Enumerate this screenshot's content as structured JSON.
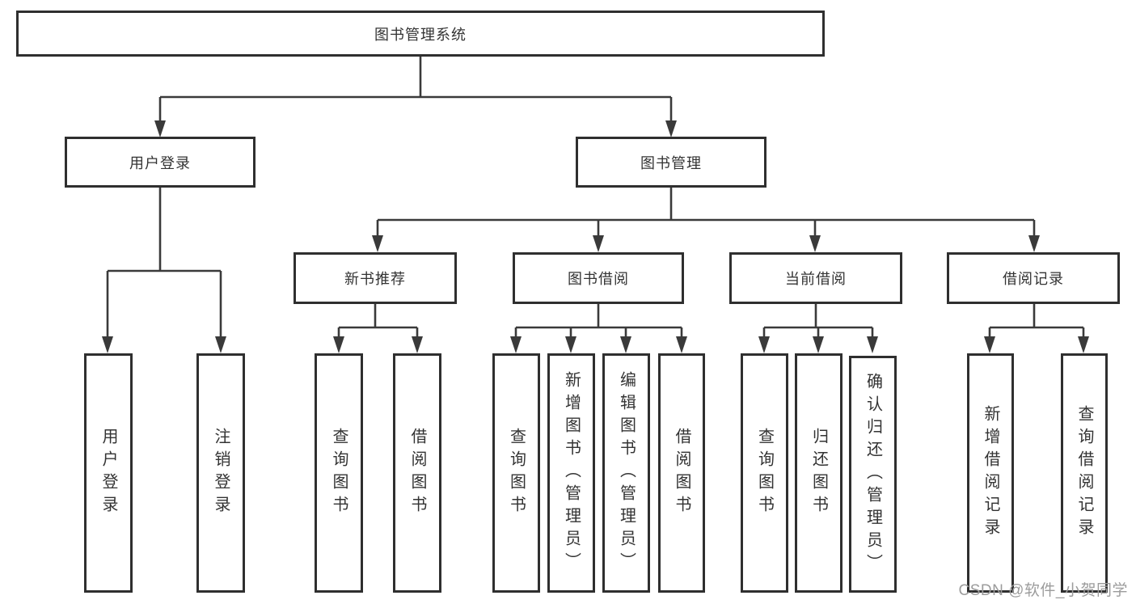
{
  "diagram": {
    "root": {
      "label": "图书管理系统"
    },
    "branches": [
      {
        "label": "用户登录",
        "children": [
          {
            "label": "用户登录"
          },
          {
            "label": "注销登录"
          }
        ]
      },
      {
        "label": "图书管理",
        "children": [
          {
            "label": "新书推荐",
            "children": [
              {
                "label": "查询图书"
              },
              {
                "label": "借阅图书"
              }
            ]
          },
          {
            "label": "图书借阅",
            "children": [
              {
                "label": "查询图书"
              },
              {
                "label": "新增图书（管理员）"
              },
              {
                "label": "编辑图书（管理员）"
              },
              {
                "label": "借阅图书"
              }
            ]
          },
          {
            "label": "当前借阅",
            "children": [
              {
                "label": "查询图书"
              },
              {
                "label": "归还图书"
              },
              {
                "label": "确认归还（管理员）"
              }
            ]
          },
          {
            "label": "借阅记录",
            "children": [
              {
                "label": "新增借阅记录"
              },
              {
                "label": "查询借阅记录"
              }
            ]
          }
        ]
      }
    ]
  },
  "watermark": {
    "text": "CSDN @软件_小贺同学"
  },
  "colors": {
    "line": "#3a3a3a",
    "box_border": "#2f2f2f",
    "text": "#333333",
    "watermark": "#9c9c9c"
  }
}
